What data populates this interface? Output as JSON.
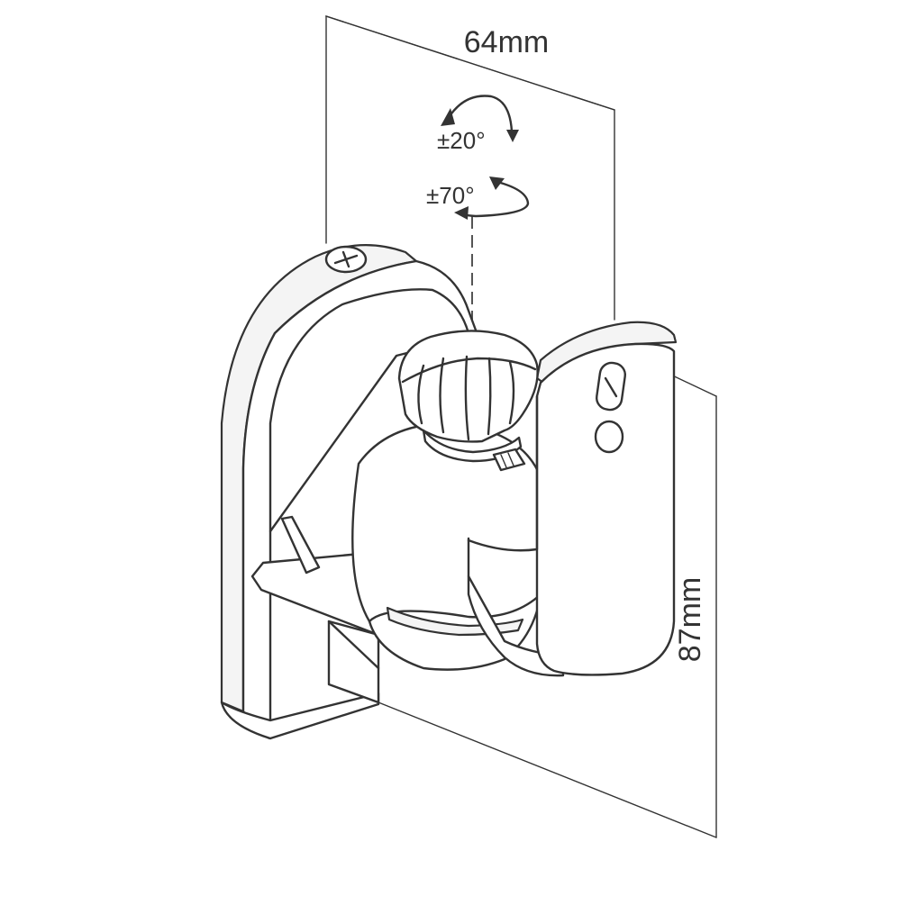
{
  "diagram": {
    "dimension_width": "64mm",
    "dimension_height": "87mm",
    "tilt_label": "±20°",
    "swivel_label": "±70°"
  },
  "colors": {
    "line": "#333333",
    "background": "#ffffff"
  }
}
